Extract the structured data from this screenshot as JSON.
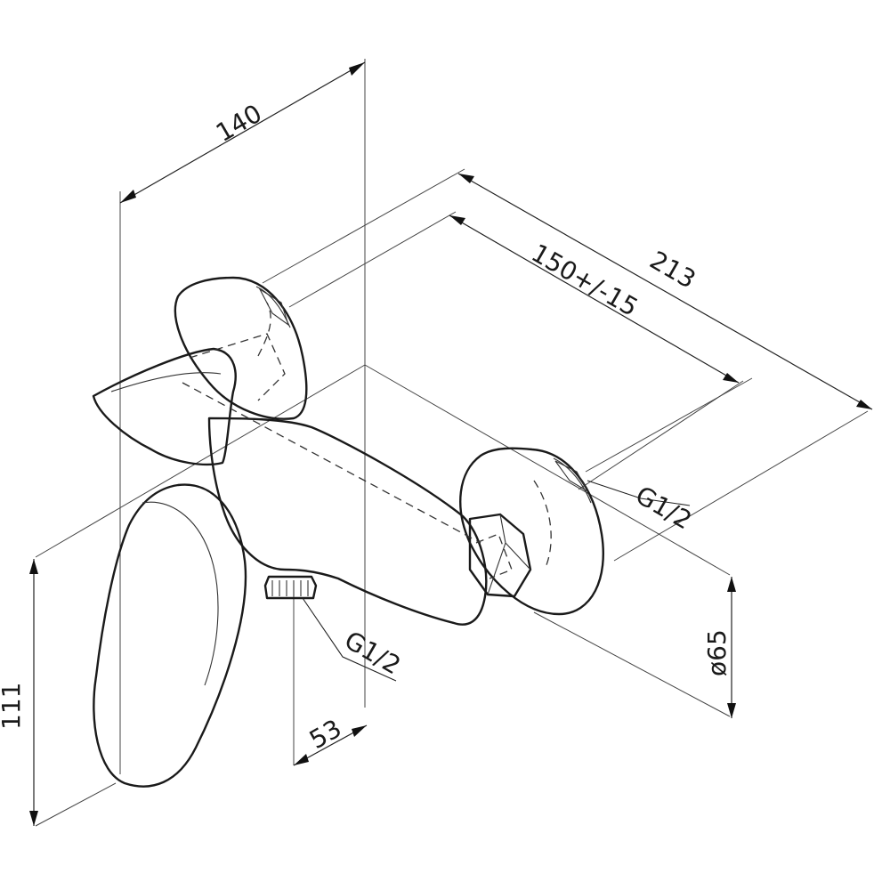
{
  "drawing": {
    "subject": "wall-mounted shower mixer",
    "dimensions": {
      "width": "140",
      "depth": "213",
      "centers": "150+/-15",
      "outlet_offset": "53",
      "height": "111",
      "flange_diameter": "ø65"
    },
    "threads": {
      "inlet": "G1/2",
      "outlet": "G1/2"
    },
    "colors": {
      "line": "#1a1a1a",
      "background": "#ffffff"
    }
  }
}
